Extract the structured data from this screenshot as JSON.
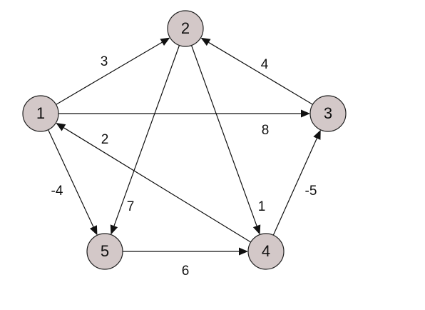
{
  "graph": {
    "nodes": [
      {
        "id": "1",
        "label": "1"
      },
      {
        "id": "2",
        "label": "2"
      },
      {
        "id": "3",
        "label": "3"
      },
      {
        "id": "4",
        "label": "4"
      },
      {
        "id": "5",
        "label": "5"
      }
    ],
    "edges": [
      {
        "from": "1",
        "to": "2",
        "weight": "3"
      },
      {
        "from": "1",
        "to": "3",
        "weight": "8"
      },
      {
        "from": "1",
        "to": "5",
        "weight": "-4"
      },
      {
        "from": "2",
        "to": "5",
        "weight": "7"
      },
      {
        "from": "2",
        "to": "4",
        "weight": "1"
      },
      {
        "from": "3",
        "to": "2",
        "weight": "4"
      },
      {
        "from": "4",
        "to": "1",
        "weight": "2"
      },
      {
        "from": "4",
        "to": "3",
        "weight": "-5"
      },
      {
        "from": "5",
        "to": "4",
        "weight": "6"
      }
    ]
  }
}
